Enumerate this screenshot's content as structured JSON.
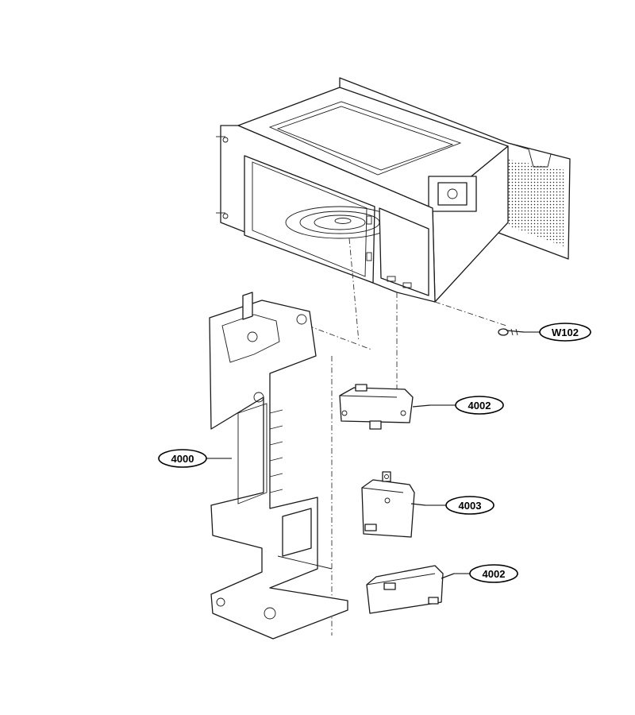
{
  "callouts": [
    {
      "id": "w102",
      "label": "W102"
    },
    {
      "id": "4002a",
      "label": "4002"
    },
    {
      "id": "4000",
      "label": "4000"
    },
    {
      "id": "4003",
      "label": "4003"
    },
    {
      "id": "4002b",
      "label": "4002"
    }
  ]
}
